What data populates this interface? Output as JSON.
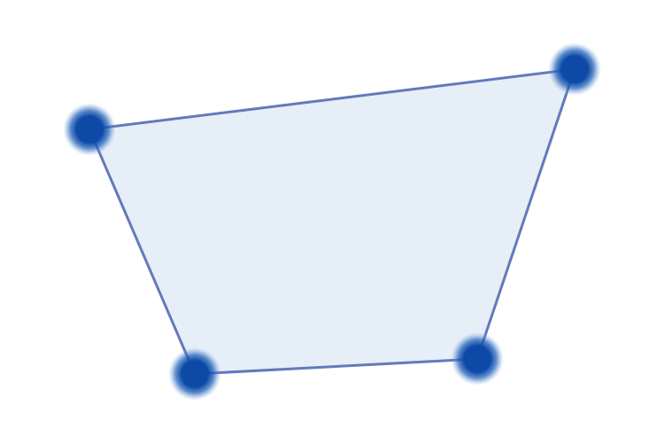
{
  "colors": {
    "background": "#ffffff",
    "fill": "#e6eef8",
    "edge": "#6479ba",
    "vertex": "#0d4aa8"
  },
  "shape": "quadrilateral",
  "vertex_count": 4,
  "edge_count": 4
}
